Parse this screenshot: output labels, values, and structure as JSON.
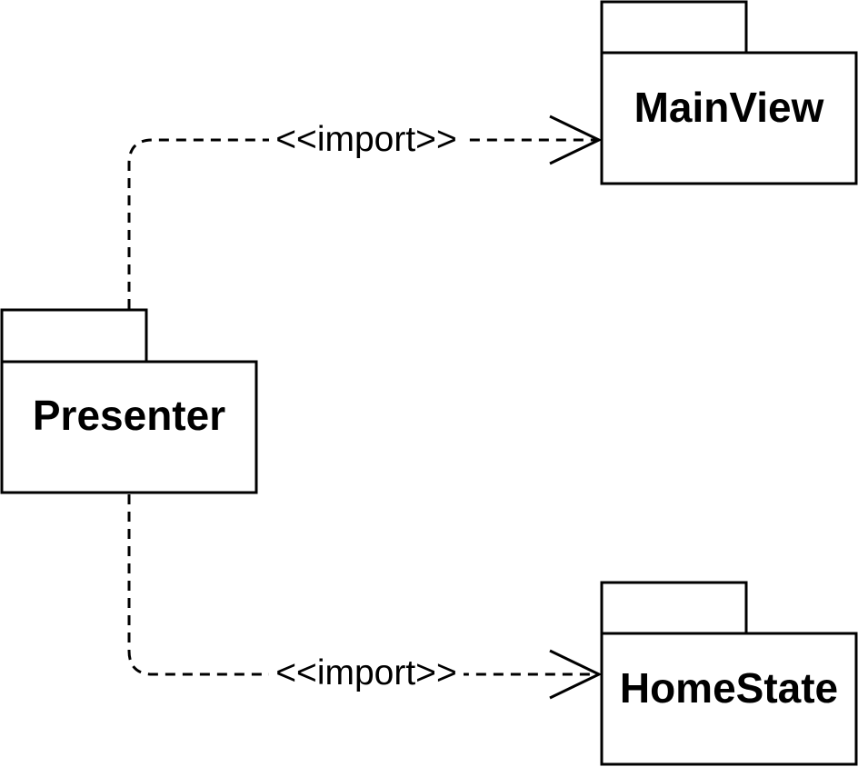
{
  "diagram": {
    "packages": {
      "presenter": "Presenter",
      "main_view": "MainView",
      "home_state": "HomeState"
    },
    "edges": {
      "presenter_to_main_view": "<<import>>",
      "presenter_to_home_state": "<<import>>"
    },
    "colors": {
      "line": "#000000",
      "fill": "#ffffff"
    }
  }
}
